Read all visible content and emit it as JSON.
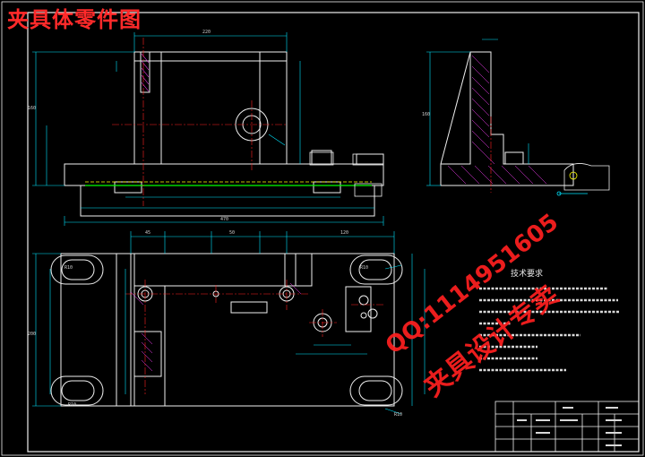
{
  "drawing": {
    "title": "夹具体零件图",
    "tech_requirements_title": "技术要求",
    "watermark_qq": "QQ:1114951605",
    "watermark_text": "夹具设计专卖",
    "dimension_labels": {
      "top_width": "220",
      "left_height": "160",
      "front_width": "470",
      "plan_left": "45",
      "plan_mid": "50",
      "plan_right": "120",
      "plan_height": "200",
      "side_height": "160",
      "radius_a": "R10",
      "radius_b": "R10",
      "radius_c": "R10",
      "radius_d": "R10"
    }
  },
  "colors": {
    "background": "#000000",
    "outline": "#f0f0f0",
    "dimension": "#00e5ff",
    "centerline": "#ff2020",
    "hidden": "#ffff00",
    "hatch": "#ff40ff",
    "cutline": "#00ff00",
    "title_red": "#ff2a2a"
  }
}
